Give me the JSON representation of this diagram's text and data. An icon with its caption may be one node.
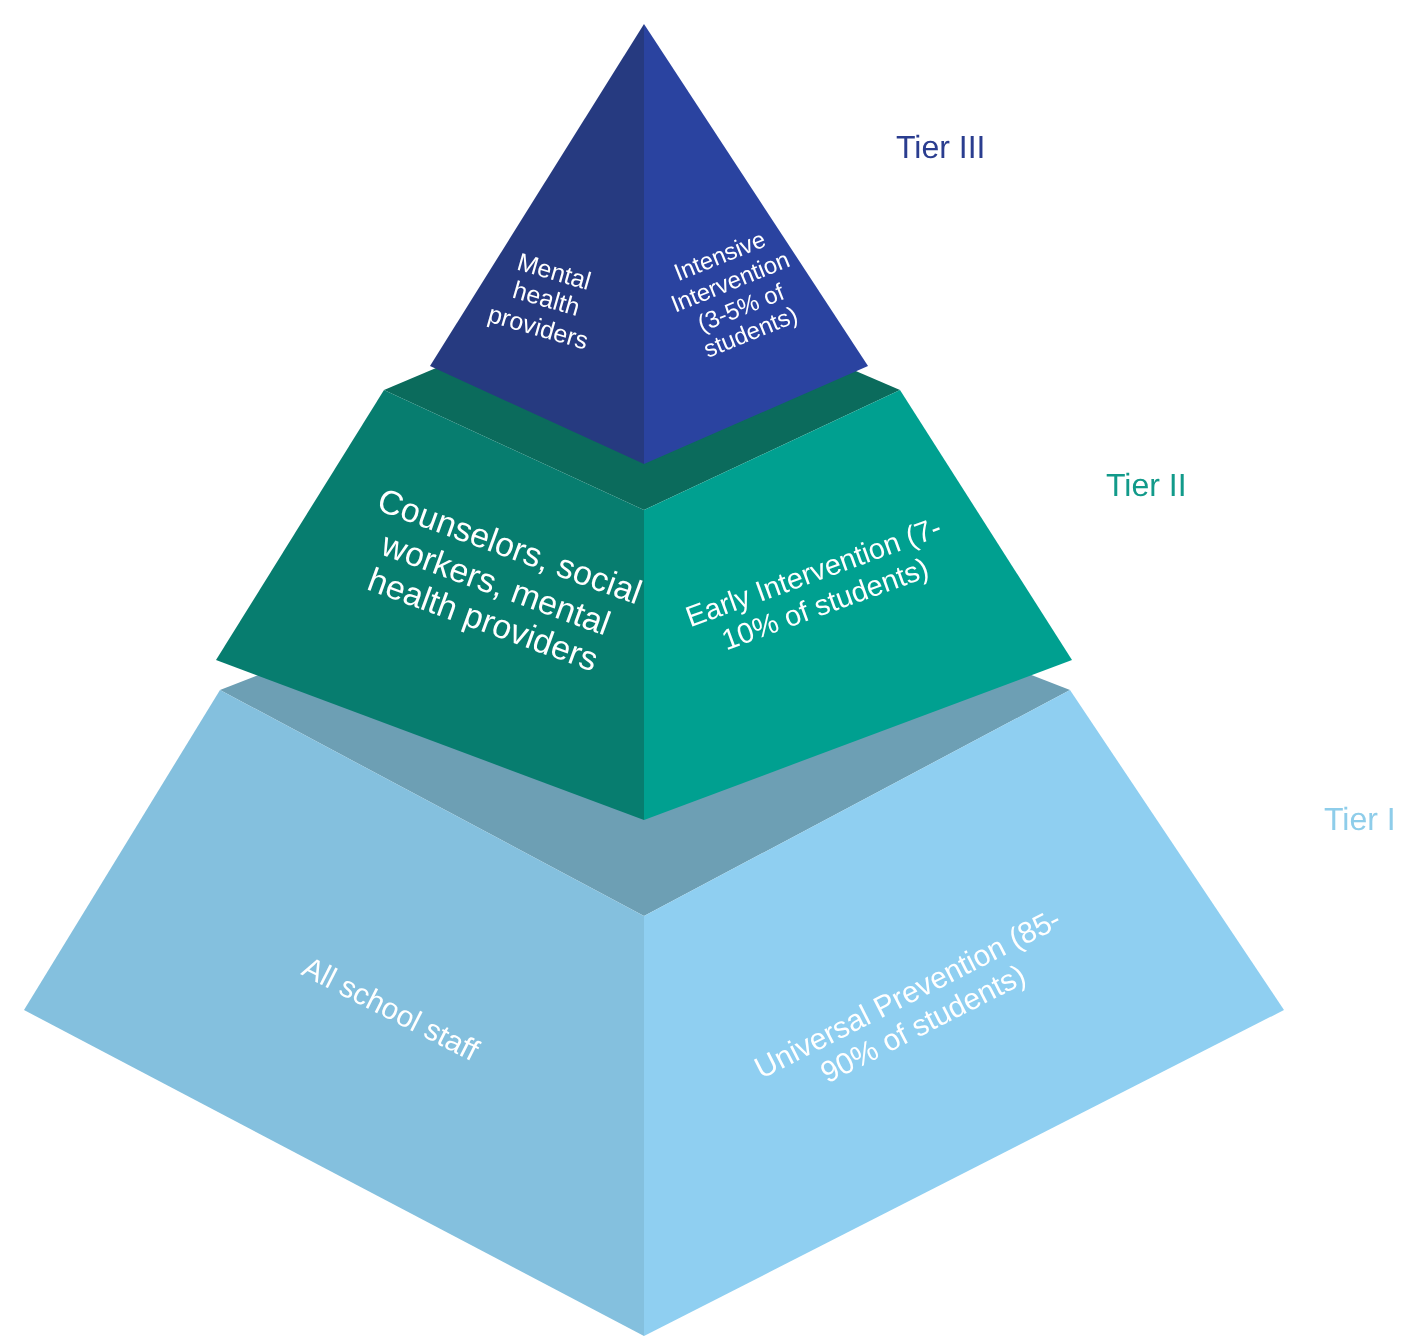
{
  "diagram": {
    "nodes": [
      {
        "text": [
          "Mental health providers"
        ]
      },
      {
        "text": [
          "Intensive Intervention (3-5% of students)"
        ]
      },
      {
        "text": [
          "Counselors, social workers, mental health providers"
        ]
      },
      {
        "text": [
          "Early Intervention (7-10% of students)"
        ]
      },
      {
        "text": [
          "All school staff"
        ]
      },
      {
        "text": [
          "Universal Prevention (85-90% of students)"
        ]
      }
    ],
    "labels": [
      "Tier III",
      "Tier II",
      "Tier I"
    ]
  }
}
